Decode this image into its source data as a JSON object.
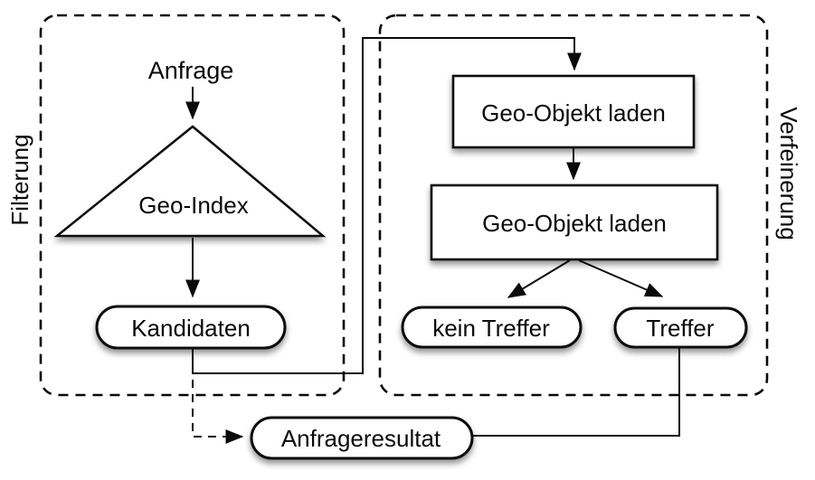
{
  "regions": {
    "filtering": {
      "label": "Filterung"
    },
    "refinement": {
      "label": "Verfeinerung"
    }
  },
  "nodes": {
    "anfrage": "Anfrage",
    "geo_index": "Geo-Index",
    "kandidaten": "Kandidaten",
    "load_object_1": "Geo-Objekt laden",
    "load_object_2": "Geo-Objekt laden",
    "kein_treffer": "kein Treffer",
    "treffer": "Treffer",
    "anfrageresultat": "Anfrageresultat"
  },
  "edges": [
    {
      "from": "Anfrage",
      "to": "Geo-Index",
      "style": "solid-arrow"
    },
    {
      "from": "Geo-Index",
      "to": "Kandidaten",
      "style": "solid-arrow"
    },
    {
      "from": "Kandidaten",
      "to": "Geo-Objekt laden #1",
      "style": "solid-arrow-routed"
    },
    {
      "from": "Geo-Objekt laden #1",
      "to": "Geo-Objekt laden #2",
      "style": "solid-arrow"
    },
    {
      "from": "Geo-Objekt laden #2",
      "to": "kein Treffer",
      "style": "solid-arrow"
    },
    {
      "from": "Geo-Objekt laden #2",
      "to": "Treffer",
      "style": "solid-arrow"
    },
    {
      "from": "Treffer",
      "to": "Anfrageresultat",
      "style": "solid-line"
    },
    {
      "from": "Kandidaten",
      "to": "Anfrageresultat",
      "style": "dashed-arrow"
    }
  ],
  "colors": {
    "stroke": "#0a0a0a",
    "node_fill": "#ffffff",
    "background": "#ffffff"
  }
}
